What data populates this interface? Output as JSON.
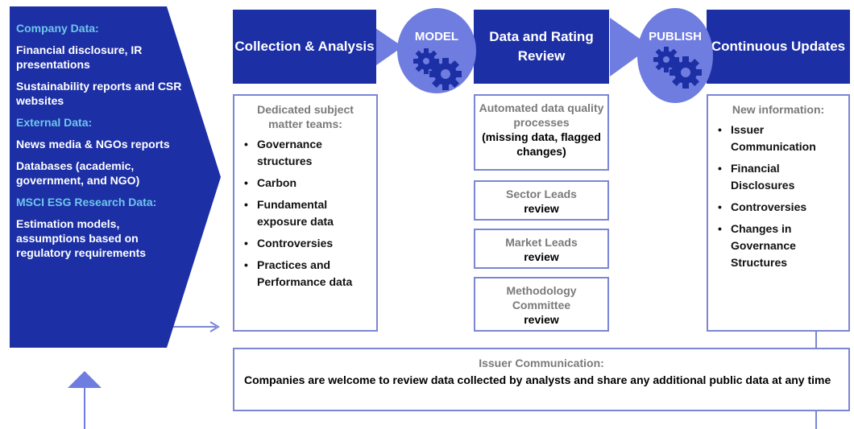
{
  "sources": {
    "company_heading": "Company Data:",
    "company_items": [
      "Financial disclosure, IR presentations",
      "Sustainability reports and CSR websites"
    ],
    "external_heading": "External Data:",
    "external_items": [
      "News media & NGOs reports",
      "Databases (academic, government, and NGO)"
    ],
    "msci_heading": "MSCI ESG Research Data:",
    "msci_items": [
      "Estimation models, assumptions based on regulatory requirements"
    ]
  },
  "steps": {
    "collection": {
      "title": "Collection & Analysis",
      "box_title": "Dedicated subject matter teams:",
      "bullets": [
        "Governance structures",
        "Carbon",
        "Fundamental exposure data",
        "Controversies",
        "Practices and Performance data"
      ]
    },
    "model": {
      "label": "MODEL"
    },
    "review": {
      "title": "Data and Rating Review",
      "qa_title": "Automated data quality processes",
      "qa_sub": "(missing data, flagged changes)",
      "sector_title": "Sector Leads",
      "sector_sub": "review",
      "market_title": "Market Leads",
      "market_sub": "review",
      "method_title": "Methodology Committee",
      "method_sub": "review"
    },
    "publish": {
      "label": "PUBLISH"
    },
    "updates": {
      "title": "Continuous Updates",
      "box_title": "New information:",
      "bullets": [
        "Issuer Communication",
        "Financial Disclosures",
        "Controversies",
        "Changes in Governance Structures"
      ]
    }
  },
  "issuer": {
    "title": "Issuer Communication:",
    "body": "Companies are welcome to review data collected by analysts and share any additional public data at any time"
  },
  "colors": {
    "dark_blue": "#1c2fa5",
    "mid_blue": "#6f7ce0",
    "light_blue_text": "#6ec6ea",
    "border": "#7b86d4"
  },
  "icons": [
    "gear-icon",
    "arrow-right-icon",
    "arrow-up-icon"
  ]
}
